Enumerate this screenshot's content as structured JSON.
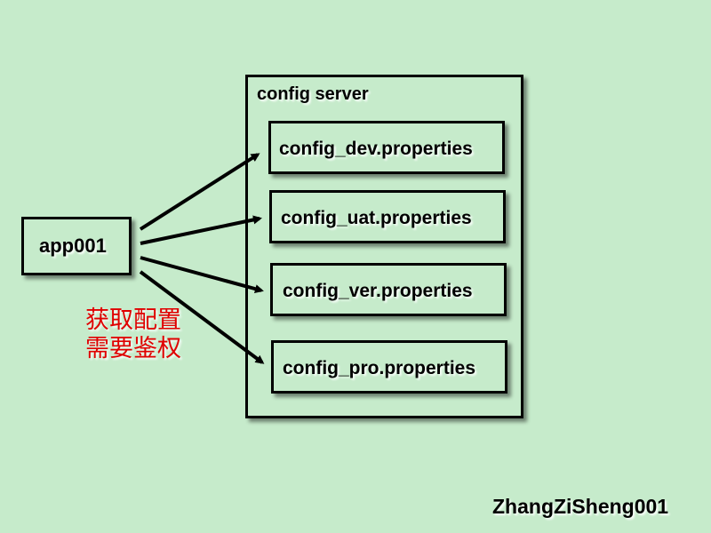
{
  "app": {
    "label": "app001"
  },
  "note": {
    "line1": "获取配置",
    "line2": "需要鉴权"
  },
  "server": {
    "title": "config server",
    "files": [
      "config_dev.properties",
      "config_uat.properties",
      "config_ver.properties",
      "config_pro.properties"
    ]
  },
  "watermark": "ZhangZiSheng001",
  "colors": {
    "background": "#c6ebcb",
    "note_text": "#e00000",
    "stroke": "#000000"
  }
}
